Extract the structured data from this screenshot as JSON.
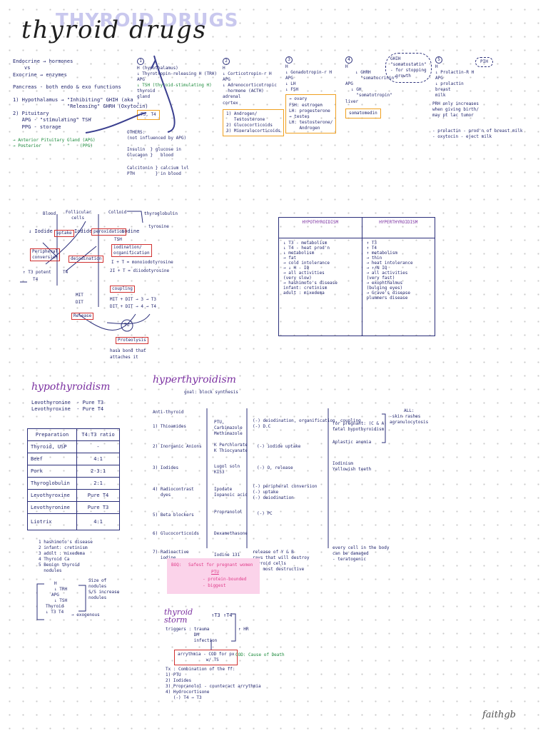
{
  "title": {
    "main": "thyroid drugs",
    "shadow": "THYROID DRUGS"
  },
  "endocrine": [
    "Endocrine → hormones",
    "vs",
    "Exocrine → enzymes",
    "Pancreas - both endo & exo functions",
    "1) Hypothalamus → \"Inhibiting\" GHIH (aka",
    "                  \"Releasing\" GHRH (Oxytocin)",
    "2) Pituitary",
    "   APG - \"stimulating\" TSH",
    "   PPG - storage"
  ],
  "glands_note": [
    "→ Anterior Pituitary Gland (APG)",
    "→ Posterior   \"      \"    (PPG)"
  ],
  "axes": {
    "thyroid": {
      "num": "1",
      "lines": [
        "H (hypothalamus)",
        "↓ Thyrotropin-releasing H (TRH)",
        "APG",
        "↓ TSH (thyroid-stimulating H)",
        "thyroid",
        "gland",
        "↓"
      ],
      "box": "T3, T4"
    },
    "adrenal": {
      "num": "2",
      "lines": [
        "H",
        "↓ Corticotropin-r H",
        "APG",
        "↓ Adrenocorticotropic",
        "  hormone (ACTH)",
        "adrenal",
        "cortex"
      ],
      "box": [
        "1) Androgen/",
        "   Testosterone",
        "2) Glucocorticoids",
        "3) Mineralocorticoids"
      ]
    },
    "gonadal": {
      "num": "3",
      "lines": [
        "H",
        "↓ Gonadotropin-r H",
        "APG",
        "↓ LH",
        "↓ FSH"
      ],
      "box": [
        "→ ovary",
        "FSH: estrogen",
        "LH: progesterone",
        "→ testes",
        "LH: testosterone/",
        "    Androgen"
      ]
    },
    "growth": {
      "num": "4",
      "lines": [
        "H",
        "↓ GHRH",
        "  \"somatocrinin\"",
        "APG",
        "↓ GH",
        "  \"somatotropin\"",
        "liver"
      ],
      "box": "somatomedin",
      "cloud": [
        "GHIH",
        "\"somatostatin\"",
        "- for stopping",
        "  growth"
      ]
    },
    "prolactin": {
      "num": "5",
      "lines": [
        "H",
        "↓ Prolactin-R H",
        "APG",
        "↓ prolactin",
        "breast",
        "milk"
      ],
      "cloud": "PIH",
      "note": [
        "PRH only increases",
        "when giving birth/",
        "may pt lac tumor"
      ],
      "bullets": [
        "- prolactin - prod'n of breast milk",
        "- oxytocin - eject milk"
      ]
    }
  },
  "others": [
    "OTHERS:",
    "(not influenced by APG)",
    "Insulin  } glucose in",
    "Glucagon }   blood",
    "Calcitonin } calcium lvl",
    "PTH        } in blood"
  ],
  "synthesis": {
    "top": [
      "Blood",
      "Follicular",
      "cells",
      "Colloid",
      "thyroglobulin"
    ],
    "iodide1": "↓ Iodide",
    "iodine_label": "iodine",
    "iodide2": "Iodide",
    "tyrosine": "tyrosine",
    "steps": [
      "uptake",
      "peroxidation",
      "iodination/\norganification",
      "coupling",
      "Release",
      "Proteolysis",
      "deiodination",
      "Peripheral\nconversion"
    ],
    "tsh": "TSH",
    "mit": [
      "I + T = monoiodotyrosine",
      "2I + T = diiodotyrosine"
    ],
    "couple": [
      "MIT + DIT → 3 → T3",
      "DIT + DIT → 4 → T4"
    ],
    "potency": [
      "↑ T3 potent",
      "T4"
    ],
    "t4": "T4",
    "mitdit": [
      "MIT",
      "DIT"
    ],
    "tg": "TG",
    "bound": [
      "hasa bond that",
      "attaches it"
    ]
  },
  "hh_table": {
    "headers": [
      "HYPOTHYROIDISM",
      "HYPERTHYROIDISM"
    ],
    "hypo": [
      "↓ T3 - metabolism",
      "↓ T4 - heat prod'n",
      "",
      "↓ metabolism",
      "→ fat",
      "→ cold intolerance",
      "→ ↓ H - IQ",
      "→ all activities",
      "  (very slow)",
      "→ hashimoto's disease",
      "   infant: cretinism",
      "   adult : mixedema"
    ],
    "hyper": [
      "↑ T3",
      "↑ T4",
      "",
      "↑ metabolism",
      "→ thin",
      "→ heat intolerance",
      "→ ↑/N IQ",
      "→ all activities",
      "   (very fast)",
      "→ exophthalmus",
      "   (bulging eyes)",
      "→ Grave's disease",
      "   plummers disease"
    ]
  },
  "hypo_section": {
    "heading": "hypothyroidism",
    "drugs": [
      "Levothyronine  - Pure T3",
      "Levothyroxine  - Pure T4"
    ],
    "table_headers": [
      "Preparation",
      "T4:T3 ratio"
    ],
    "rows": [
      [
        "Thyroid, USP",
        "-"
      ],
      [
        "Beef",
        "4:1"
      ],
      [
        "Pork",
        "2-3:1"
      ],
      [
        "Thyroglobulin",
        "2:1"
      ],
      [
        "Levothyroxine",
        "Pure T4"
      ],
      [
        "Levothyronine",
        "Pure T3"
      ],
      [
        "Liotrix",
        "4:1"
      ]
    ]
  },
  "causes": {
    "list": [
      "1 hashimoto's disease",
      "2 infant: cretinism",
      "3 adult : mixedema",
      "4 Thyroid Ca",
      "5 Benign thyroid",
      "  nodules"
    ],
    "diagram": [
      "H",
      "↓ TRH",
      "APG",
      "↓ TSH",
      "Thyroid",
      "↓ T3 T4"
    ],
    "side": [
      "Size of",
      "nodules",
      "S/S increase",
      "nodules"
    ],
    "exogenous": "→ exogenous"
  },
  "hyper_section": {
    "heading": "hyperthyroidism",
    "goal": "goal: block synthesis",
    "anti": "Anti-thyroid",
    "rows": [
      {
        "num": "1) Thioamides",
        "drug": "PTU,\nCarbimazole\nMethimazole",
        "mech": "(-) deiodination, organification, coupling\n(-) D.C",
        "note": "for pregnant: (C & A)\nfetal hypothyroidism"
      },
      {
        "num": "2) Inorganic Anions",
        "drug": "K Perchlorate\nK Thiocyanate",
        "mech": "(-) iodide uptake",
        "note": "Aplastic anemia"
      },
      {
        "num": "3) Iodides",
        "drug": "Lugol soln\nKI53",
        "mech": "(-) O, release",
        "note": "Iodinism\nYellowish teeth"
      },
      {
        "num": "4) Radiocontrast\n   dyes",
        "drug": "Ipodate\nIopanoic acid",
        "mech": "(-) peripheral conversion\n(-) uptake\n(-) deiodination",
        "note": ""
      },
      {
        "num": "5) Beta blockers",
        "drug": "Propranolol",
        "mech": "(-) PC",
        "note": ""
      },
      {
        "num": "6) Glucocorticoids",
        "drug": "Dexamethasone",
        "mech": "",
        "note": ""
      },
      {
        "num": "7) Radioactive\n   iodine",
        "drug": "Iodine 131",
        "mech": "release of Y & B\nrays that will destroy\nthyroid cells\nB - most destructive",
        "note": "every cell in the body\ncan be damaged\n- teratogenic"
      }
    ],
    "all": [
      "ALL:",
      "-skin rashes",
      "agranulocytosis"
    ]
  },
  "boq": {
    "label": "BOQ:",
    "line1": "Safest for pregnant women",
    "drug": "PTU",
    "line2": "- protein-bounded",
    "line3": "- biggest"
  },
  "storm": {
    "heading": [
      "thyroid",
      "storm"
    ],
    "top": "↑T3 ↑T4",
    "triggers": [
      "triggers : trauma",
      "           DM",
      "           infection"
    ],
    "hr": "↑ HR",
    "box": [
      "arrythmia - COD for px",
      "           w/ TS"
    ],
    "cod": "COD: Cause of Death",
    "tx": [
      "Tx : Combination of the ff:",
      "1) PTU",
      "2) Iodides",
      "3) Propranolol - counteract arrythmia",
      "4) Hydrocortisone",
      "   (-) T4 → T3"
    ]
  },
  "signature": "faithgb"
}
